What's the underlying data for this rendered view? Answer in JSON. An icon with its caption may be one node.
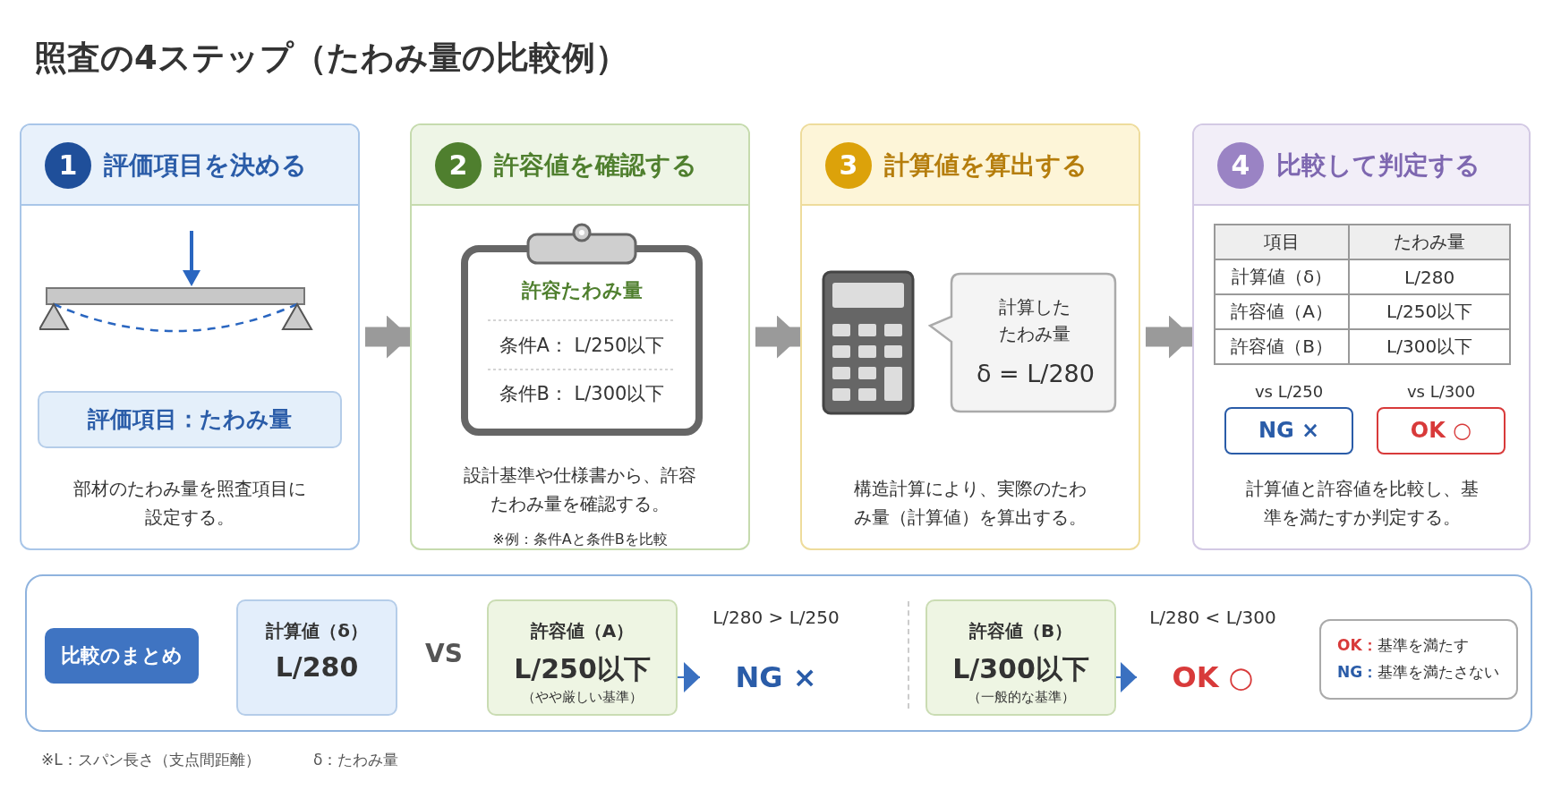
{
  "diagram": {
    "title": "照査の4ステップ（たわみ量の比較例）",
    "nodes": [
      {
        "text": [
          "評価項目を決める",
          "部材のたわみ量を照査項目に設定する。"
        ]
      },
      {
        "text": [
          "1"
        ],
        "in": 0
      },
      {
        "text": [
          "評価項目：たわみ量"
        ],
        "in": 0
      },
      {
        "text": [
          "許容値を確認する",
          "設計基準や仕様書から、許容たわみ量を確認する。",
          "※例：条件Aと条件Bを比較"
        ]
      },
      {
        "text": [
          "2"
        ],
        "in": 3
      },
      {
        "text": [
          "許容たわみ量",
          "条件A： L/250以下",
          "条件B： L/300以下"
        ],
        "in": 3
      },
      {
        "text": [
          "計算値を算出する",
          "構造計算により、実際のたわみ量（計算値）を算出する。"
        ]
      },
      {
        "text": [
          "3"
        ],
        "in": 6
      },
      {
        "text": [
          "計算したたわみ量",
          "δ = L/280"
        ],
        "in": 6
      },
      {
        "text": [
          "比較して判定する",
          "計算値と許容値を比較し、基準を満たすか判定する。"
        ]
      },
      {
        "text": [
          "4"
        ],
        "in": 9
      },
      {
        "text": [
          "NG ×"
        ],
        "in": 9,
        "beside": [
          "vs L/250"
        ]
      },
      {
        "text": [
          "OK ○"
        ],
        "in": 9,
        "beside": [
          "vs L/300"
        ]
      },
      {
        "text": [],
        "shape": "box"
      },
      {
        "text": [
          "比較のまとめ"
        ],
        "in": 13
      },
      {
        "text": [
          "計算値（δ）",
          "L/280"
        ],
        "in": 13
      },
      {
        "text": [
          "許容値（A）",
          "L/250以下",
          "（やや厳しい基準）"
        ],
        "in": 13
      },
      {
        "text": [
          "NG ×"
        ],
        "in": 13,
        "beside": [
          "L/280 > L/250"
        ]
      },
      {
        "text": [
          "許容値（B）",
          "L/300以下",
          "（一般的な基準）"
        ],
        "in": 13
      },
      {
        "text": [
          "OK ○"
        ],
        "in": 13,
        "beside": [
          "L/280 < L/300"
        ]
      },
      {
        "text": [
          "**OK：**基準を満たす",
          "**NG：**基準を満たさない"
        ],
        "in": 13
      }
    ],
    "edges": [
      {
        "from": 0,
        "to": 3,
        "arrow": "to"
      },
      {
        "from": 3,
        "to": 6,
        "arrow": "to"
      },
      {
        "from": 6,
        "to": 9,
        "arrow": "to"
      },
      {
        "from": 16,
        "to": 17,
        "arrow": "to",
        "color": "#3a70c0"
      },
      {
        "from": 18,
        "to": 19,
        "arrow": "to",
        "color": "#3a70c0"
      }
    ],
    "labels": [
      "項目",
      "たわみ量",
      "計算値（δ）",
      "L/280",
      "許容値（A）",
      "L/250以下",
      "許容値（B）",
      "L/300以下",
      "VS",
      "※L：スパン長さ（支点間距離）",
      "δ：たわみ量"
    ]
  }
}
